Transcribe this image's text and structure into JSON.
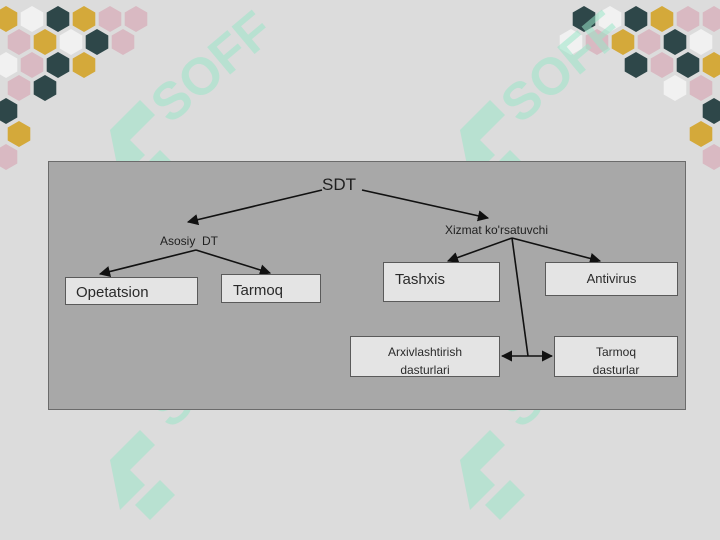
{
  "diagram": {
    "root": "SDT",
    "asosiy": "Asosiy  DT",
    "xizmat": "Xizmat ko'rsatuvchi",
    "opetatsion": "Opetatsion",
    "tarmoq": "Tarmoq",
    "tashxis": "Tashxis",
    "antivirus": "Antivirus",
    "arxiv_line1": "Arxivlashtirish",
    "arxiv_line2": "dasturlari",
    "tarmoqd_line1": "Tarmoq",
    "tarmoqd_line2": "dasturlar"
  },
  "watermark": {
    "text": "SOFF",
    "color": "#9be5c8"
  },
  "colors": {
    "background": "#dcdcdc",
    "panel": "#a8a8a8",
    "box": "#e4e4e4",
    "hex_dark": "#2e4749",
    "hex_gold": "#d4a93a",
    "hex_pink": "#d9b9c2",
    "hex_white": "#f1f1f1"
  }
}
